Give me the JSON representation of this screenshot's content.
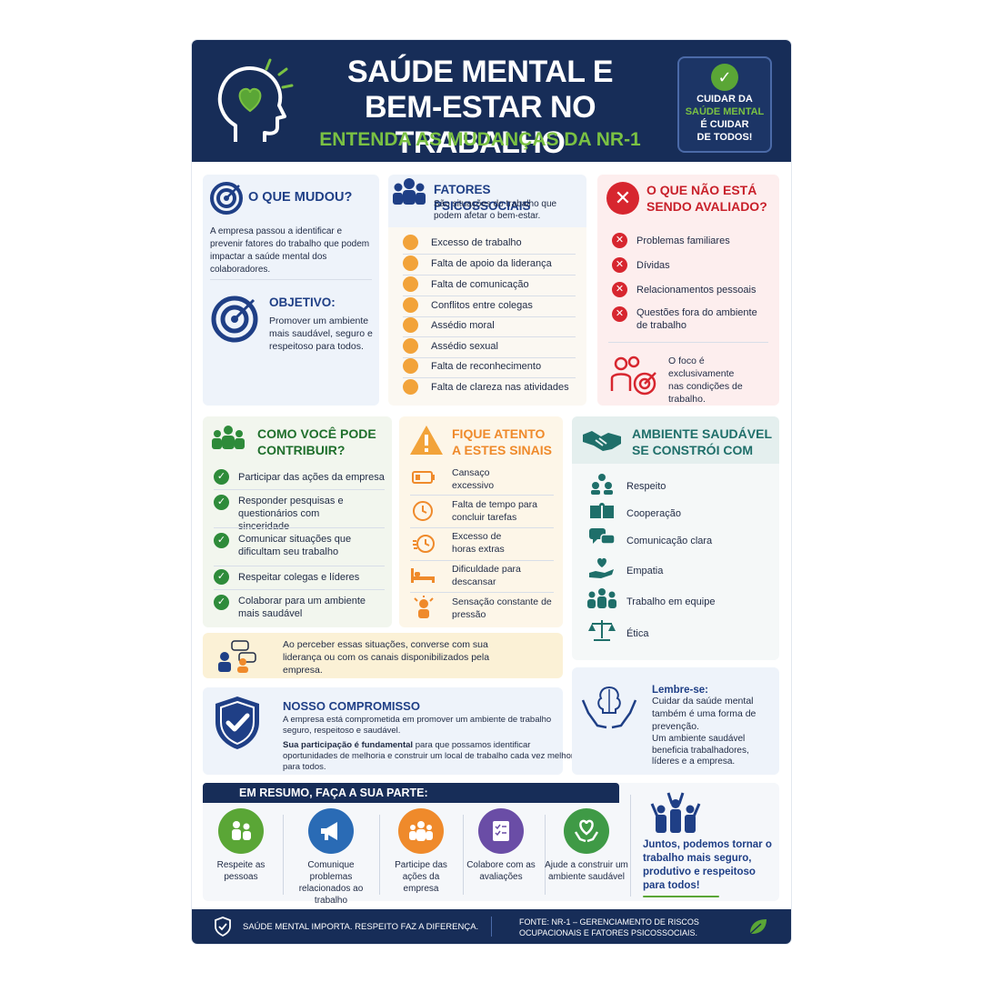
{
  "header": {
    "title_line1": "SAÚDE MENTAL E",
    "title_line2": "BEM-ESTAR NO TRABALHO",
    "subtitle": "ENTENDA AS MUDANÇAS DA NR-1",
    "badge": [
      "CUIDAR DA",
      "SAÚDE MENTAL",
      "É CUIDAR",
      "DE TODOS!"
    ]
  },
  "o_que_mudou": {
    "title": "O QUE MUDOU?",
    "text": "A empresa passou a identificar e prevenir fatores do trabalho que podem impactar a saúde mental dos colaboradores.",
    "objective_title": "OBJETIVO:",
    "objective_text": "Promover um ambiente mais saudável, seguro e respeitoso para todos."
  },
  "fatores": {
    "title": "FATORES PSICOSSOCIAIS",
    "intro": "São situações do trabalho que podem afetar o bem-estar.",
    "items": [
      "Excesso de trabalho",
      "Falta de apoio da liderança",
      "Falta de comunicação",
      "Conflitos entre colegas",
      "Assédio moral",
      "Assédio sexual",
      "Falta de reconhecimento",
      "Falta de clareza nas atividades"
    ]
  },
  "nao_avaliado": {
    "title_line1": "O QUE NÃO ESTÁ",
    "title_line2": "SENDO AVALIADO?",
    "items": [
      "Problemas familiares",
      "Dívidas",
      "Relacionamentos pessoais",
      "Questões fora do ambiente de trabalho"
    ],
    "focus": "O foco é exclusivamente nas condições de trabalho."
  },
  "contribuir": {
    "title_line1": "COMO VOCÊ PODE",
    "title_line2": "CONTRIBUIR?",
    "items": [
      "Participar das ações da empresa",
      "Responder pesquisas e questionários com sinceridade",
      "Comunicar situações que dificultam seu trabalho",
      "Respeitar colegas e líderes",
      "Colaborar para um ambiente mais saudável"
    ]
  },
  "sinais": {
    "title_line1": "FIQUE ATENTO",
    "title_line2": "A ESTES SINAIS",
    "items": [
      "Cansaço excessivo",
      "Falta de tempo para concluir tarefas",
      "Excesso de horas extras",
      "Dificuldade para descansar",
      "Sensação constante de pressão"
    ]
  },
  "ambiente": {
    "title_line1": "AMBIENTE SAUDÁVEL",
    "title_line2": "SE CONSTRÓI COM",
    "items": [
      "Respeito",
      "Cooperação",
      "Comunicação clara",
      "Empatia",
      "Trabalho em equipe",
      "Ética"
    ]
  },
  "perceber": {
    "text": "Ao perceber essas situações, converse com sua liderança ou com os canais disponibilizados pela empresa."
  },
  "compromisso": {
    "title": "NOSSO COMPROMISSO",
    "text1": "A empresa está comprometida em promover um ambiente de trabalho seguro, respeitoso e saudável.",
    "text2_bold": "Sua participação é fundamental",
    "text2_rest": " para que possamos identificar oportunidades de melhoria e construir um local de trabalho cada vez melhor para todos."
  },
  "lembre": {
    "title": "Lembre-se:",
    "text1": "Cuidar da saúde mental também é uma forma de prevenção.",
    "text2": "Um ambiente saudável beneficia trabalhadores, líderes e a empresa."
  },
  "resumo": {
    "title": "EM RESUMO, FAÇA A SUA PARTE:",
    "items": [
      "Respeite as pessoas",
      "Comunique problemas relacionados ao trabalho",
      "Participe das ações da empresa",
      "Colabore com as avaliações",
      "Ajude a construir um ambiente saudável"
    ],
    "colors": [
      "#5aa636",
      "#2a6bb5",
      "#ef8a2b",
      "#6a4da6",
      "#3f9a46"
    ],
    "juntos": "Juntos, podemos tornar o trabalho mais seguro, produtivo e respeitoso para todos!"
  },
  "footer": {
    "left": "SAÚDE MENTAL IMPORTA. RESPEITO FAZ A DIFERENÇA.",
    "right": "FONTE: NR-1 – GERENCIAMENTO DE RISCOS OCUPACIONAIS E FATORES PSICOSSOCIAIS."
  },
  "colors": {
    "navy": "#172d58",
    "green": "#7ac143",
    "red": "#d7262f",
    "orange": "#f2a33a",
    "teal": "#1f6f6a"
  }
}
